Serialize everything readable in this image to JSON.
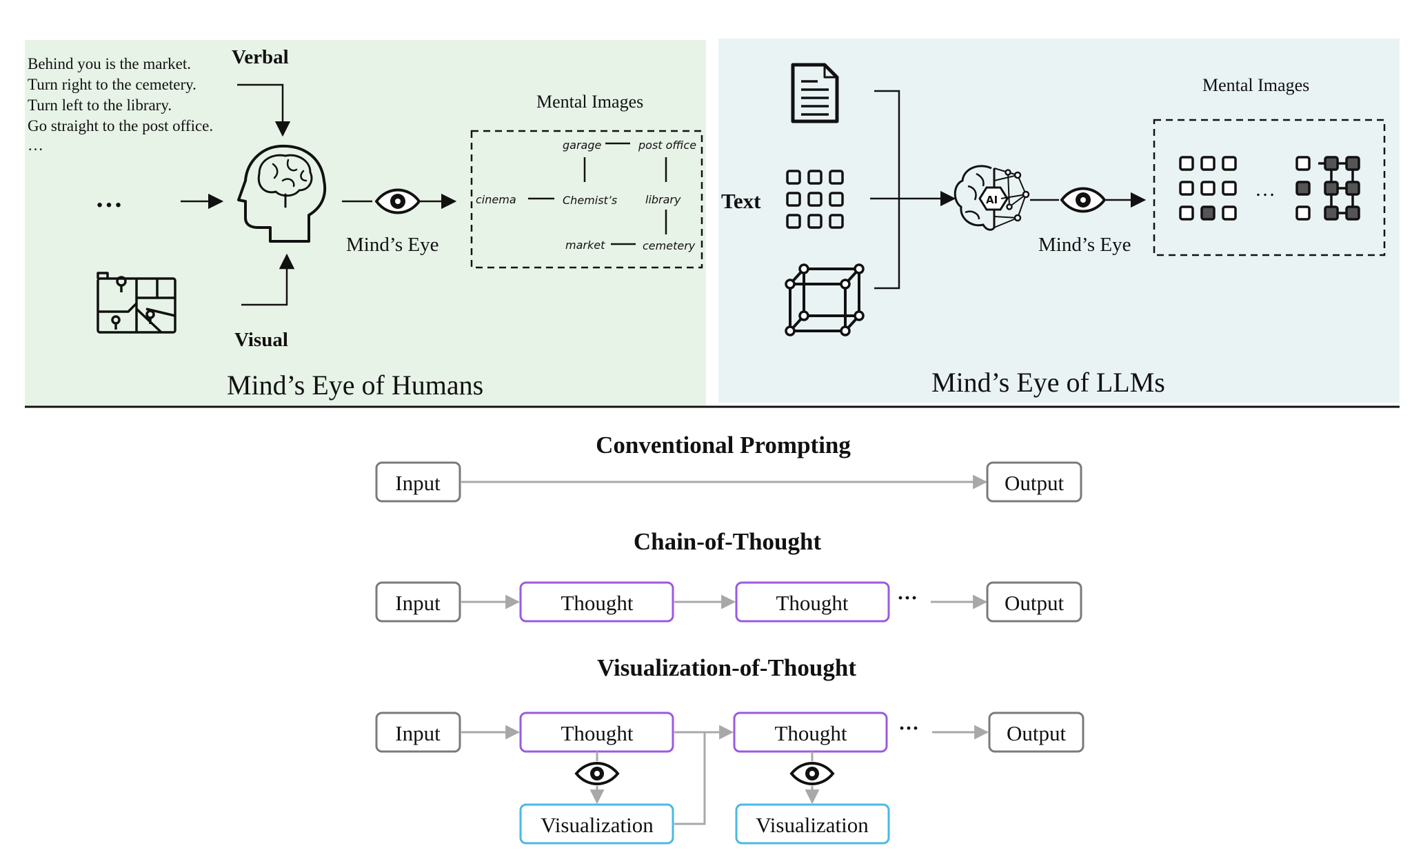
{
  "humans": {
    "verbal_lines": [
      "Behind you is the market.",
      "Turn right to the cemetery.",
      "Turn left to the library.",
      "Go straight to the post office.",
      "…"
    ],
    "verbal_label": "Verbal",
    "visual_label": "Visual",
    "ellipsis": "…",
    "minds_eye_label": "Mind’s Eye",
    "mental_images_label": "Mental Images",
    "map_words": {
      "garage": "garage",
      "post_office": "post office",
      "cinema": "cinema",
      "chemists": "Chemist’s",
      "library": "library",
      "market": "market",
      "cemetery": "cemetery"
    },
    "caption": "Mind’s Eye of Humans"
  },
  "llms": {
    "text_label": "Text",
    "minds_eye_label": "Mind’s Eye",
    "mental_images_label": "Mental Images",
    "ellipsis": "…",
    "ai_badge": "AI",
    "caption": "Mind’s Eye of LLMs"
  },
  "conventional": {
    "title": "Conventional Prompting",
    "input": "Input",
    "output": "Output"
  },
  "cot": {
    "title": "Chain-of-Thought",
    "input": "Input",
    "thought1": "Thought",
    "thought2": "Thought",
    "ellipsis": "···",
    "output": "Output"
  },
  "vot": {
    "title": "Visualization-of-Thought",
    "input": "Input",
    "thought1": "Thought",
    "thought2": "Thought",
    "ellipsis": "···",
    "output": "Output",
    "visualization1": "Visualization",
    "visualization2": "Visualization"
  },
  "colors": {
    "humans_panel": "#e8f3e8",
    "llms_panel": "#eaf3f4",
    "thought_border": "#9b59e0",
    "visualization_border": "#4ab8e4",
    "box_border": "#7a7a7a",
    "connector": "#a8a8a8"
  }
}
